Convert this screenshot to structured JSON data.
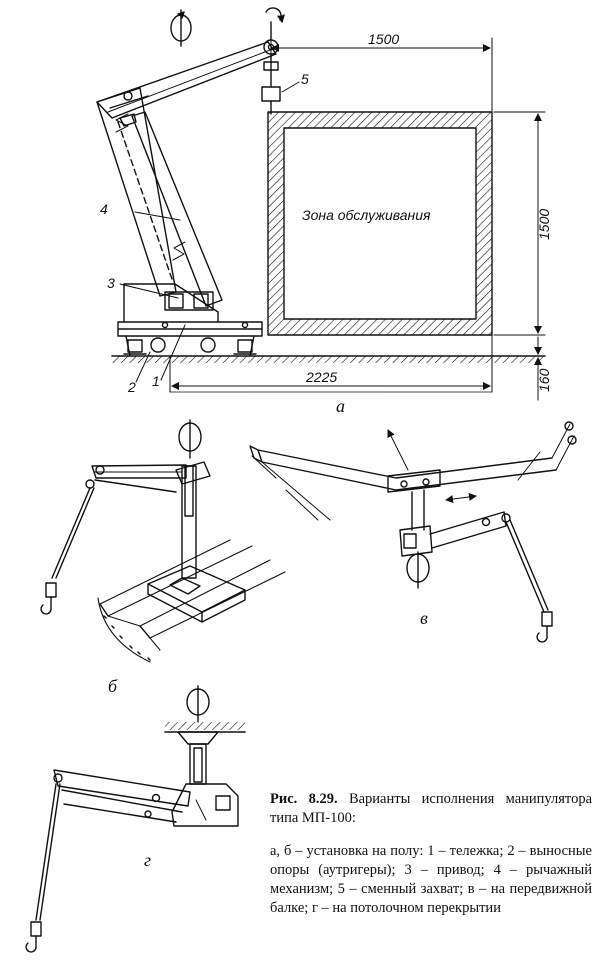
{
  "diagram": {
    "dimensions": {
      "reach_width": "1500",
      "zone_height": "1500",
      "base_length": "2225",
      "floor_offset": "160"
    },
    "zone_label": "Зона обслуживания",
    "callouts": [
      "1",
      "2",
      "3",
      "4",
      "5"
    ],
    "sub_labels": {
      "a": "а",
      "b": "б",
      "v": "в",
      "g": "г"
    }
  },
  "caption": {
    "figure_number": "Рис. 8.29.",
    "title": "Варианты исполнения манипулятора типа МП-100:",
    "body": "а, б – установка на полу: 1 – тележка; 2 – выносные опоры (аутригеры); 3 – привод; 4 – рычажный механизм; 5 – сменный захват; в – на передвижной балке; г – на потолочном перекрытии"
  },
  "colors": {
    "ink": "#111111",
    "paper": "#ffffff"
  }
}
